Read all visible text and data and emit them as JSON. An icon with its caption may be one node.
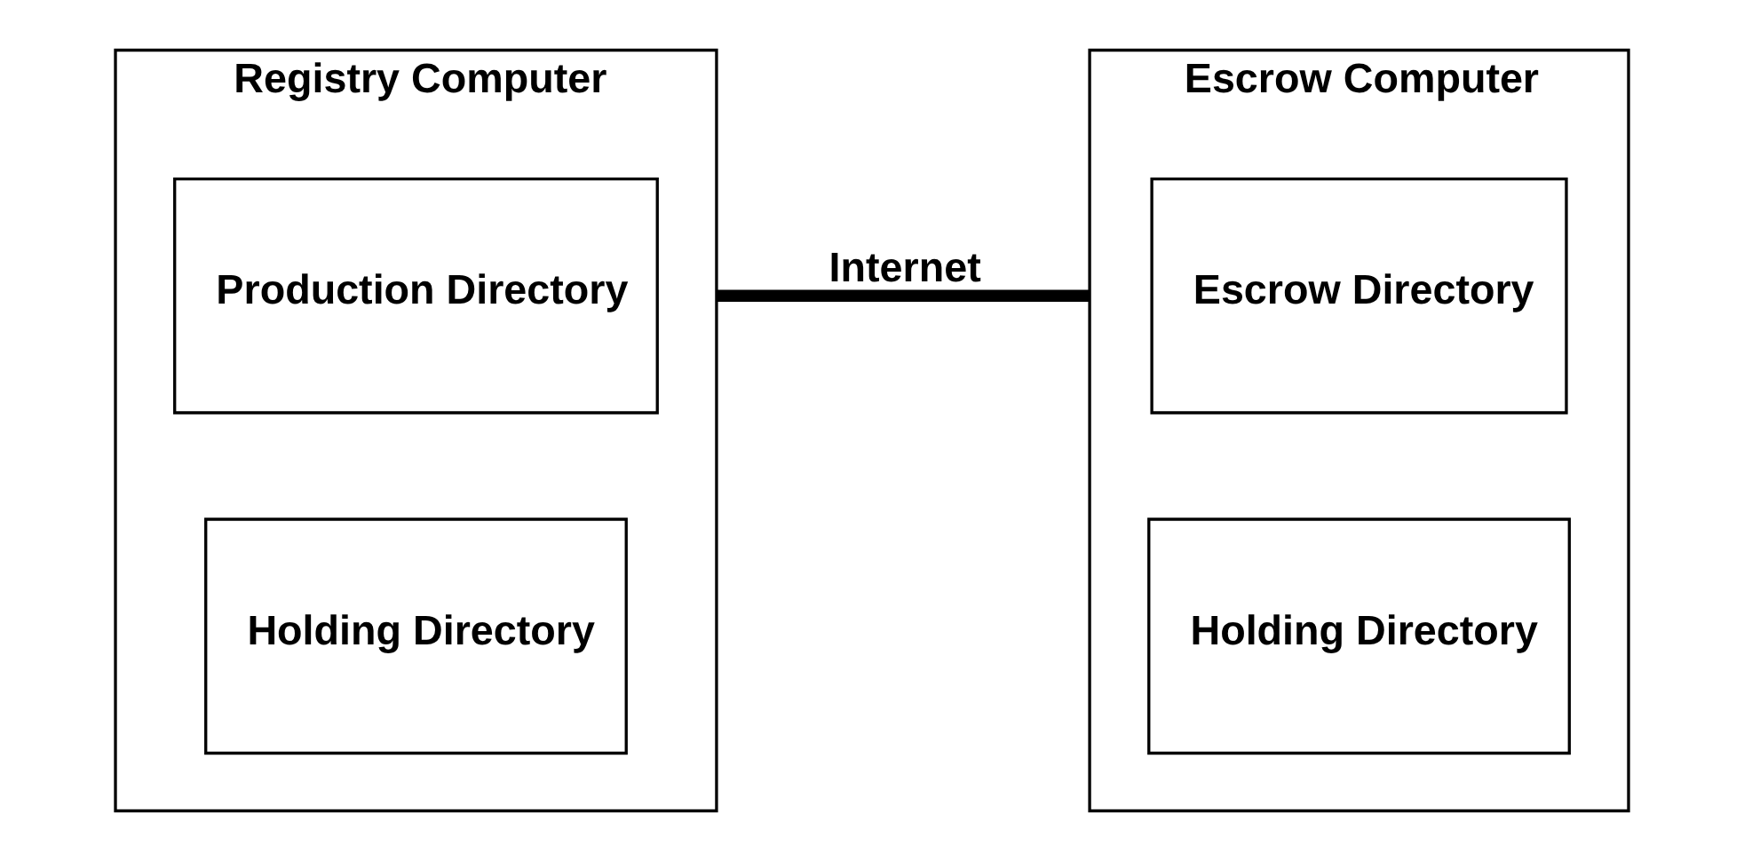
{
  "diagram": {
    "nodes": [
      {
        "text": [
          "Registry Computer"
        ]
      },
      {
        "text": [
          "Production Directory"
        ],
        "in": 0
      },
      {
        "text": [
          "Holding Directory"
        ],
        "in": 0
      },
      {
        "text": [
          "Escrow Computer"
        ]
      },
      {
        "text": [
          "Escrow Directory"
        ],
        "in": 3
      },
      {
        "text": [
          "Holding Directory"
        ],
        "in": 3
      }
    ],
    "edges": [
      {
        "from": 0,
        "to": 3,
        "arrow": "none",
        "label": "Internet"
      }
    ]
  }
}
